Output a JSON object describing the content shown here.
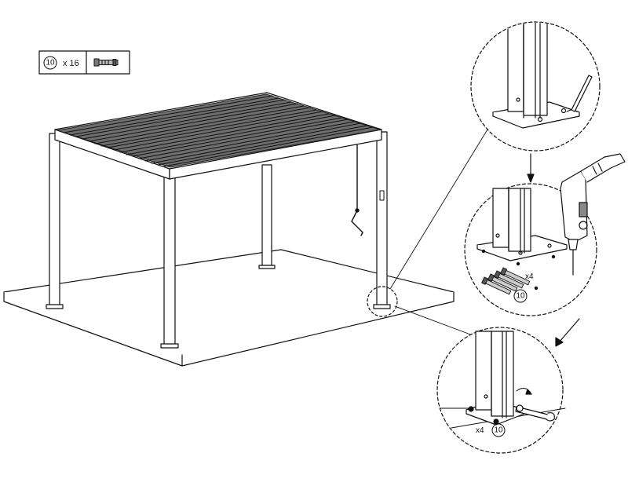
{
  "parts_box": {
    "part_number": "10",
    "quantity": "x 16",
    "part_icon": "bolt-anchor-icon"
  },
  "detail_post_drill": {
    "quantity": "x4",
    "part_number": "10"
  },
  "detail_post_fixed": {
    "quantity": "x4",
    "part_number": "10"
  },
  "icons": {
    "tool_1": "allen-key-icon",
    "tool_2": "power-drill-icon",
    "tool_3": "wrench-icon"
  }
}
